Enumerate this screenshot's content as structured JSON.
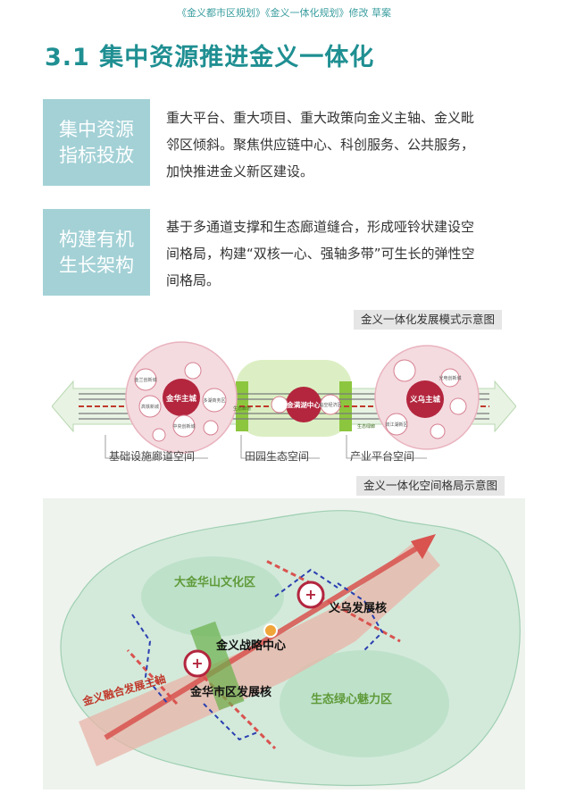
{
  "header": {
    "title": "《金义都市区规划》《金义一体化规划》修改 草案"
  },
  "section": {
    "title": "3.1 集中资源推进金义一体化"
  },
  "blocks": [
    {
      "tag_line1": "集中资源",
      "tag_line2": "指标投放",
      "lines": [
        "重大平台、重大项目、重大政策向金义主轴、金义毗",
        "邻区倾斜。聚焦供应链中心、科创服务、公共服务，",
        "加快推进金义新区建设。"
      ]
    },
    {
      "tag_line1": "构建有机",
      "tag_line2": "生长架构",
      "lines": [
        "基于多通道支撑和生态廊道缝合，形成哑铃状建设空",
        "间格局，构建“双核一心、强轴多带”可生长的弹性空",
        "间格局。"
      ]
    }
  ],
  "diagram1": {
    "caption": "金义一体化发展模式示意图",
    "nodes": {
      "jinhua": "金华主城",
      "jinman": "金满湖中心",
      "yiwu": "义乌主城",
      "jinlan": "金兰创新城",
      "gaotie": "高铁新城",
      "duohu": "多湖商务区",
      "zhongyang": "中央创新城",
      "shuangjiang": "双江湖新区",
      "lingkong": "临空经济区",
      "guangdian": "光电创新城"
    },
    "band_labels": {
      "eco_corridor": "生态廊道",
      "shengtai": "生态绿廊"
    },
    "labels": {
      "infra": "基础设施廊道空间",
      "field": "田园生态空间",
      "industry": "产业平台空间"
    }
  },
  "diagram2": {
    "caption": "金义一体化空间格局示意图",
    "labels": {
      "mountain": "大金华山文化区",
      "yiwu_core": "义乌发展核",
      "strategy": "金义战略中心",
      "jinhua_core": "金华市区发展核",
      "axis": "金义融合发展主轴",
      "eco": "生态绿心魅力区"
    },
    "colors": {
      "axis": "#d9534f",
      "green": "#6ab04c",
      "blue": "#2b3fb0"
    }
  }
}
